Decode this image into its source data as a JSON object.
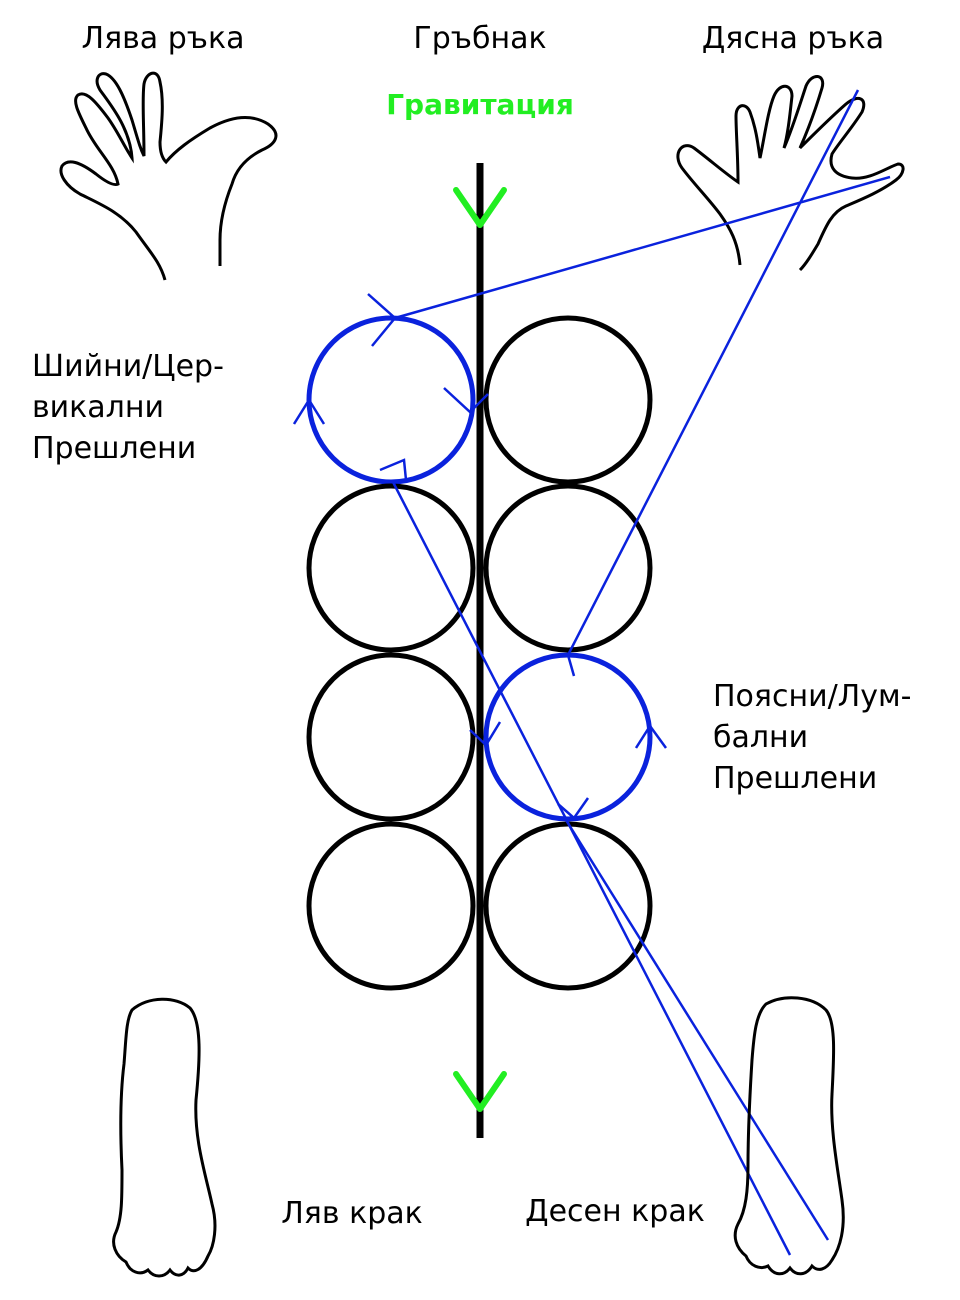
{
  "labels": {
    "left_hand": "Лява ръка",
    "spine": "Гръбнак",
    "right_hand": "Дясна ръка",
    "gravity": "Гравитация",
    "cervical_line1": "Шийни/Цер-",
    "cervical_line2": "викални",
    "cervical_line3": "Прешлени",
    "lumbar_line1": "Поясни/Лум-",
    "lumbar_line2": "бални",
    "lumbar_line3": "Прешлени",
    "left_foot": "Ляв крак",
    "right_foot": "Десен крак"
  },
  "colors": {
    "ink": "#000000",
    "gravity": "#22ee22",
    "highlight": "#0a22dd"
  },
  "vertebrae": {
    "columns": 2,
    "rows": 4,
    "highlighted": [
      {
        "column": "left",
        "row": 1,
        "label": "cervical"
      },
      {
        "column": "right",
        "row": 3,
        "label": "lumbar"
      }
    ]
  },
  "connections": [
    {
      "from": "cervical-vertebra",
      "to": "right-hand-index-finger"
    },
    {
      "from": "lumbar-vertebra",
      "to": "right-hand-little-finger"
    },
    {
      "from": "cervical-vertebra",
      "to": "right-foot"
    },
    {
      "from": "lumbar-vertebra",
      "to": "right-foot"
    }
  ]
}
